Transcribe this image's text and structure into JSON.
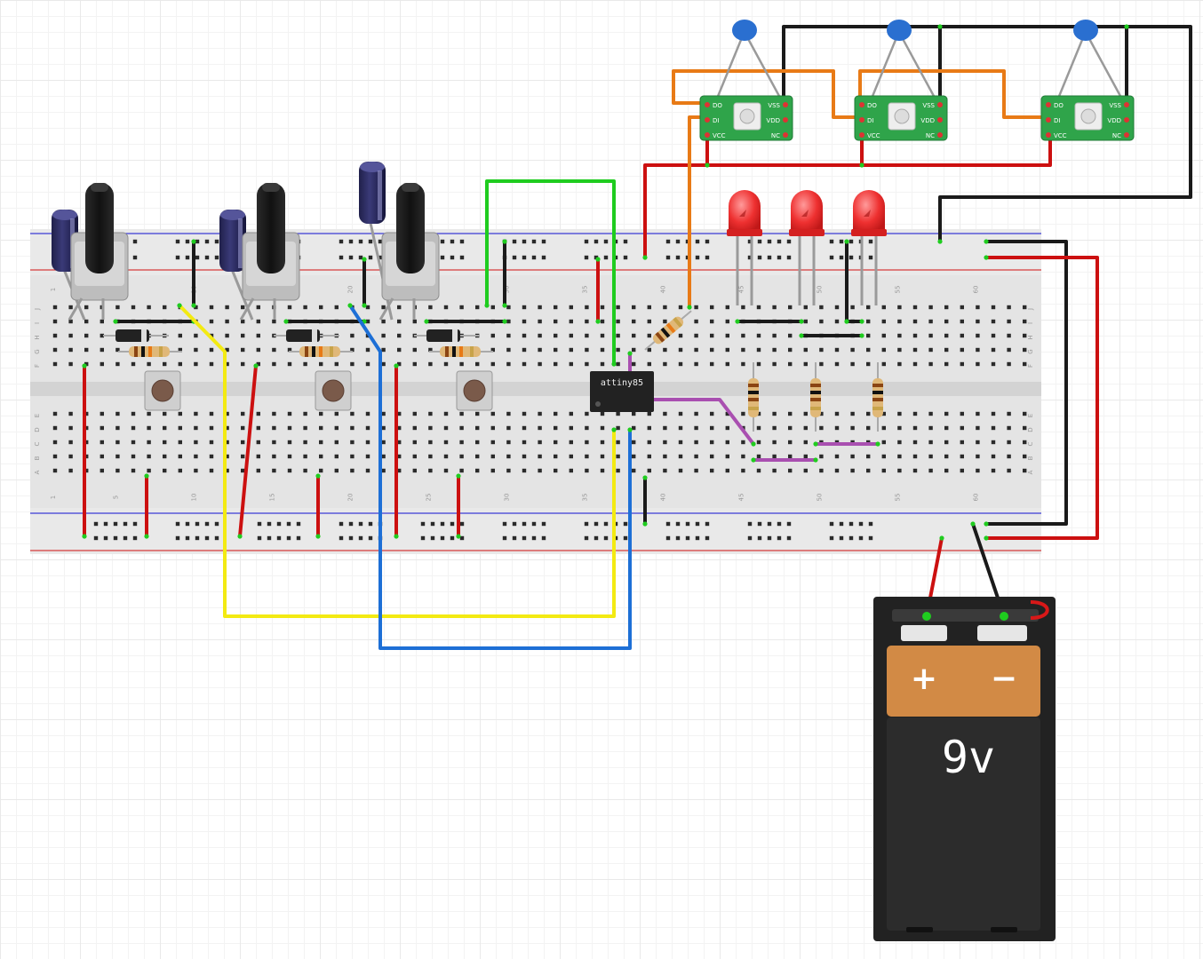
{
  "chip": {
    "label": "attiny85"
  },
  "battery": {
    "voltage_label": "9v",
    "plus_label": "+",
    "minus_label": "−"
  },
  "led_module": {
    "pins_left": [
      "DO",
      "DI",
      "VCC"
    ],
    "pins_right": [
      "VSS",
      "VDD",
      "NC"
    ]
  },
  "breadboard": {
    "column_numbers": [
      "1",
      "5",
      "10",
      "15",
      "20",
      "25",
      "30",
      "35",
      "40",
      "45",
      "50",
      "55",
      "60"
    ],
    "row_letters_top": [
      "J",
      "I",
      "H",
      "G",
      "F"
    ],
    "row_letters_bottom": [
      "E",
      "D",
      "C",
      "B",
      "A"
    ]
  },
  "colors": {
    "wire_red": "#cc1010",
    "wire_black": "#1a1a1a",
    "wire_yellow": "#f3ea12",
    "wire_blue": "#1d6fd6",
    "wire_green": "#1fcc1f",
    "wire_orange": "#e87a16",
    "wire_purple": "#a94fb0",
    "board": "#e4e4e4",
    "pcb": "#2fa44a",
    "battery_top": "#d28a45"
  }
}
